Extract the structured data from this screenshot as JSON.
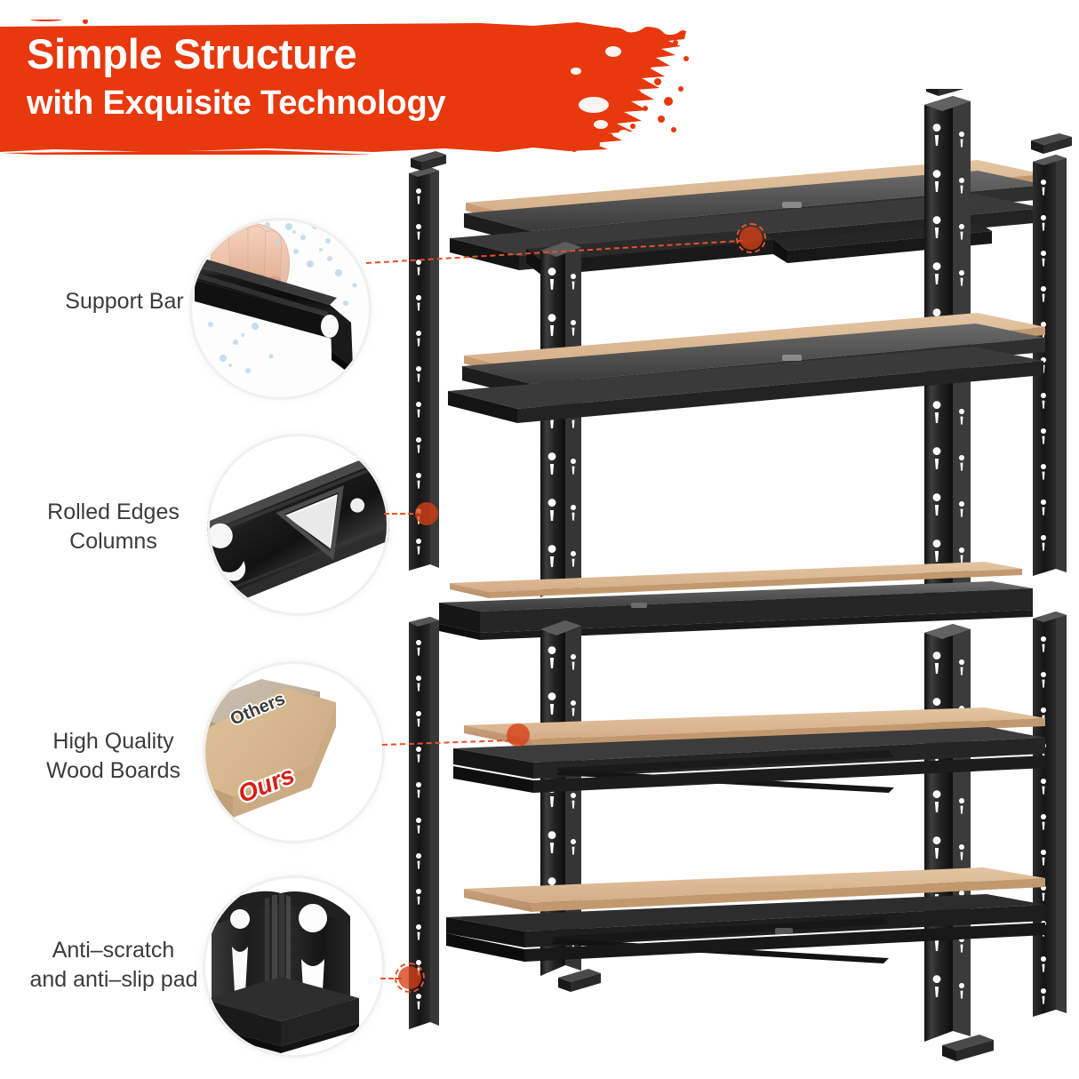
{
  "page": {
    "background": "#ffffff",
    "accent_red": "#e8380d",
    "leader_color": "#e8502a",
    "text_color": "#3b3b3b",
    "metal_color": "#1f1f1f",
    "wood_color": "#dcb894"
  },
  "banner": {
    "line1": "Simple Structure",
    "line2": "with Exquisite Technology",
    "background_color": "#e8380d",
    "text_color": "#ffffff"
  },
  "features": [
    {
      "id": "support-bar",
      "label_lines": [
        "Support Bar"
      ],
      "callout": "support-bar-photo",
      "art": "hand-holding-black-support-bar-with-water-droplets"
    },
    {
      "id": "rolled-edges-columns",
      "label_lines": [
        "Rolled Edges",
        "Columns"
      ],
      "callout": "rolled-edge-column-photo",
      "art": "black-rolled-edge-column-with-keyhole-slots"
    },
    {
      "id": "high-quality-wood-boards",
      "label_lines": [
        "High Quality",
        "Wood Boards"
      ],
      "callout": "wood-board-comparison-photo",
      "art": "thin-gray-board-versus-thick-tan-board",
      "compare": {
        "others_label": "Others",
        "others_label_color": "#3c3c3c",
        "ours_label": "Ours",
        "ours_label_color": "#d61f16"
      }
    },
    {
      "id": "anti-scratch-anti-slip-pad",
      "label_lines": [
        "Anti–scratch",
        "and anti–slip pad"
      ],
      "callout": "column-foot-pad-photo",
      "art": "black-column-base-with-keyhole-slots-and-foot-pad"
    }
  ],
  "product": {
    "name": "exploded-5-tier-metal-shelving-rack",
    "shelf_boards": 5,
    "columns": 4,
    "board_material": "MDF wood board",
    "frame_material": "powder-coated steel",
    "board_color": "#dcb894",
    "frame_color": "#232323"
  }
}
